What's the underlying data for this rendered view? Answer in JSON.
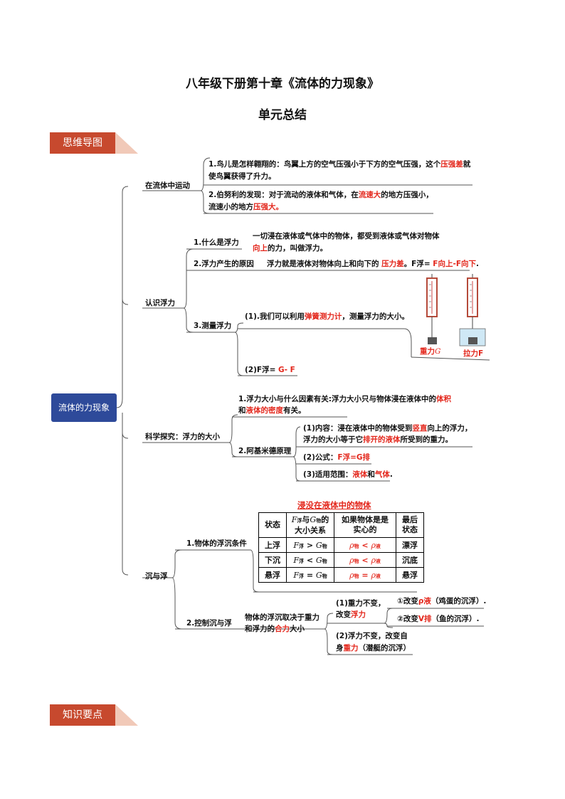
{
  "page": {
    "title": "八年级下册第十章《流体的力现象》",
    "subtitle": "单元总结",
    "section1": "思维导图",
    "section2": "知识要点"
  },
  "mindmap": {
    "root": "流体的力现象",
    "b1": {
      "label": "在流体中运动",
      "i1a": "1.鸟儿是怎样翱翔的：鸟翼上方的空气压强小于下方的空气压强，这个",
      "i1b": "压强差",
      "i1c": "就",
      "i1d": "使鸟翼获得了升力。",
      "i2a": "2.伯努利的发现：对于流动的液体和气体，在",
      "i2b": "流速大",
      "i2c": "的地方压强小，",
      "i2d": "流速小的地方",
      "i2e": "压强大。"
    },
    "b2": {
      "label": "认识浮力",
      "s1": "1.什么是浮力",
      "s1t1": "一切浸在液体或气体中的物体，都受到液体或气体对物体",
      "s1t2a": "向上",
      "s1t2b": "的力，叫做浮力。",
      "s2": "2.浮力产生的原因",
      "s2t1": "浮力就是液体对物体向上和向下的",
      "s2t2": "压力差",
      "s2t3": "。F浮=",
      "s2t4": "F向上-F向下",
      "s2t5": ".",
      "s3": "3.测量浮力",
      "s3a1": "(1).我们可以利用",
      "s3a2": "弹簧测力计",
      "s3a3": "，测量浮力的大小。",
      "s3b1": "(2)F浮=",
      "s3b2": "G- F",
      "fig1": "重力",
      "fig1g": "G",
      "fig2": "拉力F"
    },
    "b3": {
      "label": "科学探究：浮力的大小",
      "i1a": "1.浮力大小与什么因素有关:浮力大小只与物体浸在液体中的",
      "i1b": "体积",
      "i1c": "和",
      "i1d": "液体的密度",
      "i1e": "有关。",
      "s2": "2.阿基米德原理",
      "p1a": "(1)内容：浸在液体中的物体受到",
      "p1b": "竖直",
      "p1c": "向上的浮力，",
      "p1d": "浮力的大小等于它",
      "p1e": "排开的液体",
      "p1f": "所受到的重力。",
      "p2a": "(2)公式：",
      "p2b": "F浮=G排",
      "p3a": "(3)适用范围：",
      "p3b": "液体",
      "p3c": "和",
      "p3d": "气体",
      "p3e": "."
    },
    "b4": {
      "label": "沉与浮",
      "s1": "1.物体的浮沉条件",
      "table_title": "浸没在液体中的物体",
      "headers": [
        "状态",
        "F浮与G物的大小关系",
        "如果物体是是实心的",
        "最后状态"
      ],
      "rows": [
        {
          "state": "上浮",
          "rel": ">",
          "rho": "<",
          "final": "漂浮"
        },
        {
          "state": "下沉",
          "rel": "<",
          "rho": "<",
          "final": "沉底"
        },
        {
          "state": "悬浮",
          "rel": "=",
          "rho": "=",
          "final": "悬浮"
        }
      ],
      "s2": "2.控制沉与浮",
      "s2t1": "物体的浮沉取决于重力",
      "s2t2a": "和浮力的",
      "s2t2b": "合力",
      "s2t2c": "大小",
      "c1a": "(1)重力不变，",
      "c1b": "改变",
      "c1c": "浮力",
      "c1i": "①改变",
      "c1ir": "ρ液",
      "c1it": "（鸡蛋的沉浮）.",
      "c1j": "②改变",
      "c1jr": "V排",
      "c1jt": "（鱼的沉浮）.",
      "c2a": "(2)浮力不变，改变自",
      "c2b": "身",
      "c2c": "重力",
      "c2d": "（潜艇的沉浮）"
    }
  },
  "colors": {
    "accent": "#e3261b",
    "badge": "#c7492e",
    "root": "#2e4a9a"
  }
}
